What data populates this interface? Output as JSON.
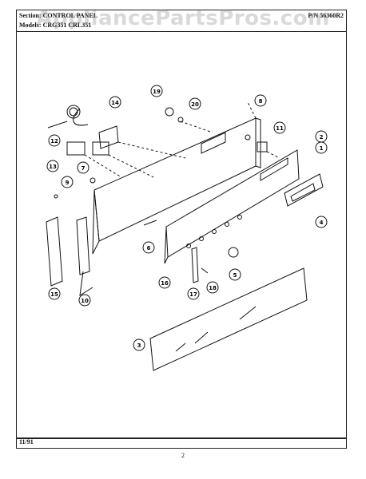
{
  "header": {
    "section_label": "Section:",
    "section_value": "CONTROL PANEL",
    "models_label": "Models:",
    "models_value": "CRG351 CRL351",
    "code": "P/N 56360R2"
  },
  "watermark": "AppliancePartsPros.com",
  "footer": {
    "date": "11/91",
    "page": "2"
  },
  "callouts": [
    "1",
    "2",
    "3",
    "4",
    "5",
    "6",
    "7",
    "8",
    "9",
    "10",
    "11",
    "12",
    "13",
    "14",
    "15",
    "16",
    "17",
    "18",
    "19",
    "20"
  ]
}
